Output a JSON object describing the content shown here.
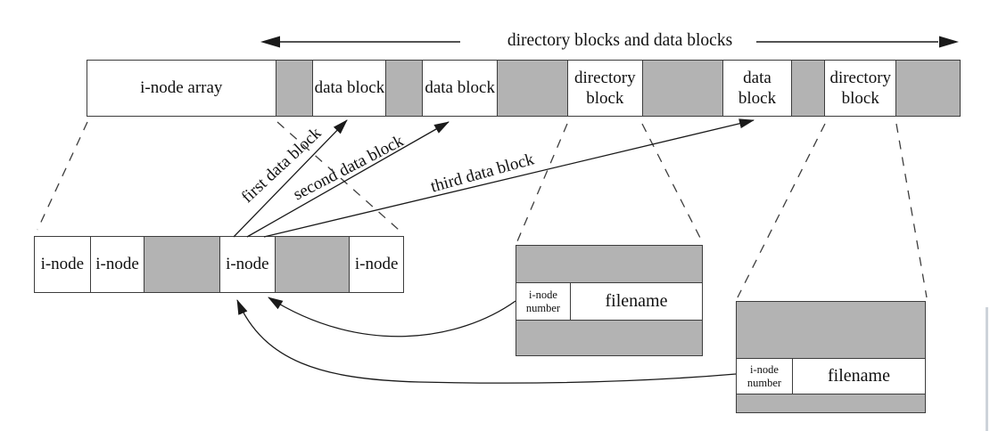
{
  "top_arrow": {
    "label": "directory blocks and data blocks"
  },
  "disk_row": {
    "cells": [
      {
        "label": "i-node array",
        "type": "white"
      },
      {
        "label": "",
        "type": "gray"
      },
      {
        "label": "data block",
        "type": "white"
      },
      {
        "label": "",
        "type": "gray"
      },
      {
        "label": "data block",
        "type": "white"
      },
      {
        "label": "",
        "type": "gray"
      },
      {
        "label": "directory block",
        "type": "white"
      },
      {
        "label": "",
        "type": "gray"
      },
      {
        "label": "data block",
        "type": "white"
      },
      {
        "label": "",
        "type": "gray"
      },
      {
        "label": "directory block",
        "type": "white"
      },
      {
        "label": "",
        "type": "gray"
      }
    ]
  },
  "inode_row": {
    "cells": [
      {
        "label": "i-node",
        "type": "white"
      },
      {
        "label": "i-node",
        "type": "white"
      },
      {
        "label": "",
        "type": "gray"
      },
      {
        "label": "i-node",
        "type": "white"
      },
      {
        "label": "",
        "type": "gray"
      },
      {
        "label": "i-node",
        "type": "white"
      }
    ]
  },
  "pointer_labels": {
    "first": "first data block",
    "second": "second data block",
    "third": "third data block"
  },
  "directory_entry_middle": {
    "inode_number": "i-node number",
    "filename": "filename"
  },
  "directory_entry_right": {
    "inode_number": "i-node number",
    "filename": "filename"
  },
  "colors": {
    "block_fill_gray": "#b3b3b3",
    "line": "#333333",
    "background": "#ffffff"
  }
}
